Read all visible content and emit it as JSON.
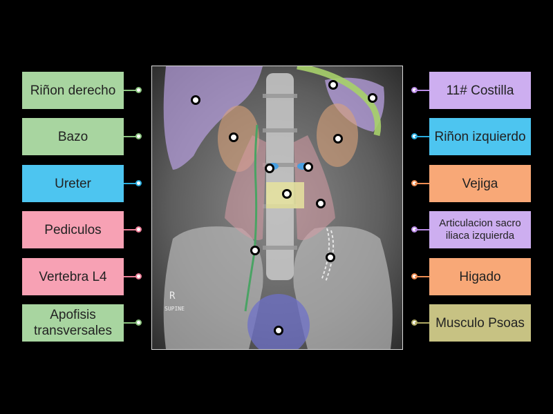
{
  "left_labels": [
    {
      "text": "Riñon derecho",
      "color": "#a8d5a0",
      "knob": "#8bc47f"
    },
    {
      "text": "Bazo",
      "color": "#a8d5a0",
      "knob": "#8bc47f"
    },
    {
      "text": "Ureter",
      "color": "#4dc5f0",
      "knob": "#29aee0"
    },
    {
      "text": "Pediculos",
      "color": "#f7a1b4",
      "knob": "#ee7f98"
    },
    {
      "text": "Vertebra L4",
      "color": "#f7a1b4",
      "knob": "#ee7f98"
    },
    {
      "text": "Apofisis transversales",
      "color": "#a8d5a0",
      "knob": "#8bc47f"
    }
  ],
  "right_labels": [
    {
      "text": "11# Costilla",
      "color": "#cdaef0",
      "knob": "#b98ae6"
    },
    {
      "text": "Riñon izquierdo",
      "color": "#4dc5f0",
      "knob": "#29aee0"
    },
    {
      "text": "Vejiga",
      "color": "#f8a877",
      "knob": "#ef8d52"
    },
    {
      "text": "Articulacion sacro iliaca izquierda",
      "color": "#cdaef0",
      "knob": "#b98ae6"
    },
    {
      "text": "Higado",
      "color": "#f8a877",
      "knob": "#ef8d52"
    },
    {
      "text": "Musculo Psoas",
      "color": "#c7c283",
      "knob": "#b0aa63"
    }
  ],
  "image": {
    "side_marker": "R",
    "position_marker": "SUPINE"
  }
}
